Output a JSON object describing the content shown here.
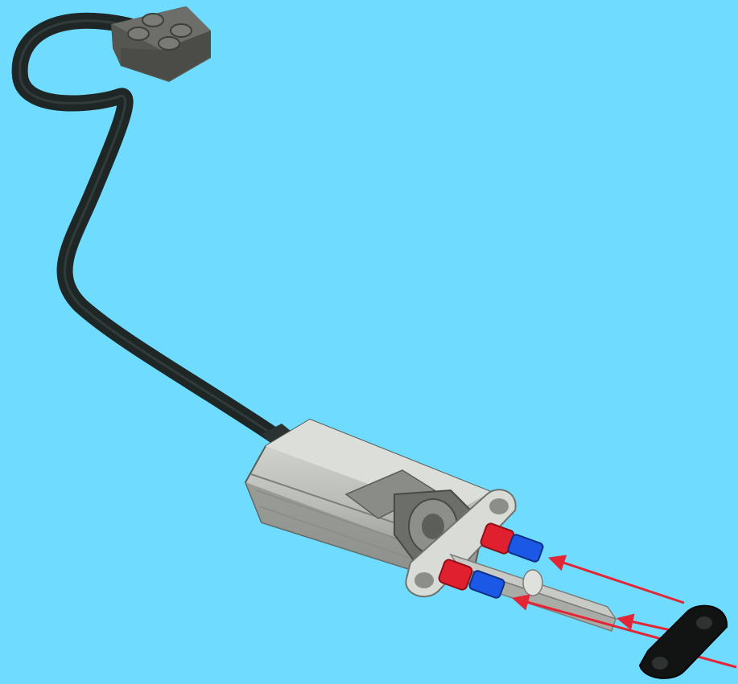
{
  "scene": {
    "background": "#6fdcff",
    "colors": {
      "cable": "#1f2626",
      "connector_body": "#5e5f5b",
      "connector_top": "#6d6e6a",
      "motor_light": "#c7c9c4",
      "motor_mid": "#9ea19b",
      "motor_dark": "#6b6e69",
      "axle": "#c8cac5",
      "pin_red": "#e0202e",
      "pin_blue": "#1c58e6",
      "beam_black": "#111413",
      "arrow": "#e32636"
    },
    "parts": [
      {
        "name": "power-functions-cable-connector",
        "icon": "lego-2x2-connector-icon"
      },
      {
        "name": "power-functions-cable",
        "icon": "cable-icon"
      },
      {
        "name": "power-functions-motor",
        "icon": "motor-icon"
      },
      {
        "name": "liftarm-thin-3",
        "icon": "liftarm-icon"
      },
      {
        "name": "connector-pins-red-blue",
        "icon": "pin-icon"
      },
      {
        "name": "cross-axle",
        "icon": "axle-icon"
      },
      {
        "name": "liftarm-black-thick",
        "icon": "liftarm-icon"
      },
      {
        "name": "assembly-arrows",
        "icon": "arrow-icon"
      }
    ]
  }
}
